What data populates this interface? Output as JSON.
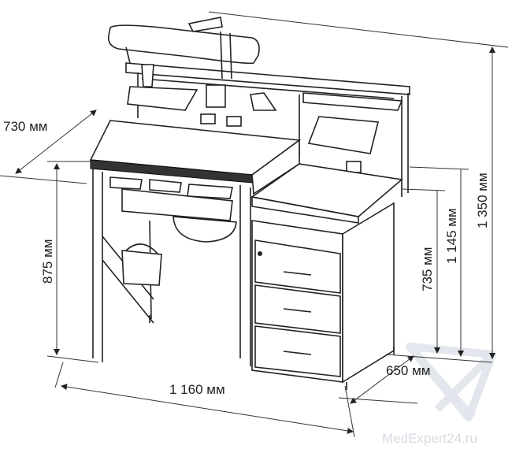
{
  "dimensions": {
    "depth_top": "730 мм",
    "height_worktop": "875 мм",
    "width": "1 160 мм",
    "depth_cabinet": "650 мм",
    "height_cabinet": "735 мм",
    "height_shelf": "1 145 мм",
    "height_total": "1 350 мм"
  },
  "watermark": "MedExpert24.ru"
}
